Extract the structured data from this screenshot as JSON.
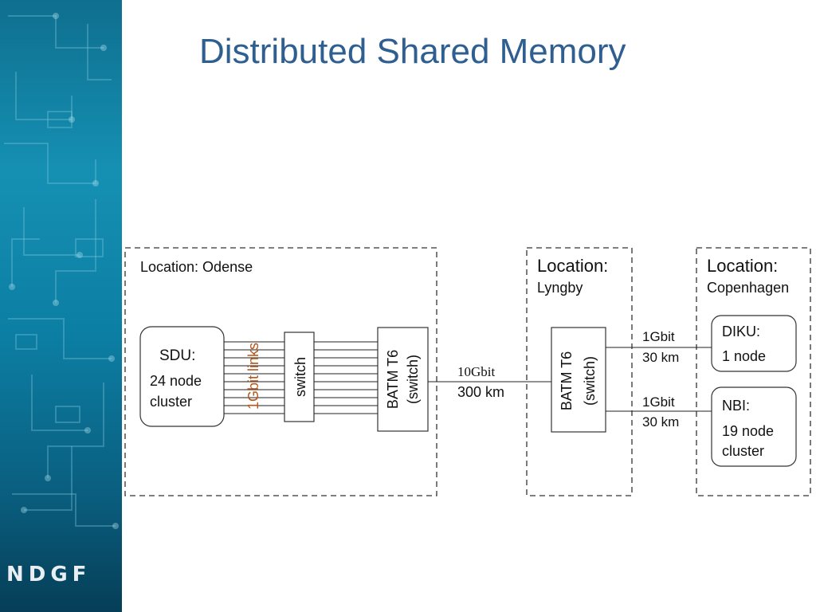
{
  "slide": {
    "title": "Distributed Shared Memory",
    "logo": "NDGF",
    "accent_color": "#2f5f90",
    "sidebar_color": "#1590b3"
  },
  "diagram": {
    "odense": {
      "location_label": "Location: Odense",
      "sdu": [
        "SDU:",
        "24 node",
        "cluster"
      ],
      "links_label": "1Gbit links",
      "switch_label": "switch",
      "batm_line1": "BATM T6",
      "batm_line2": "(switch)"
    },
    "wan_link": {
      "speed": "10Gbit",
      "distance": "300 km"
    },
    "lyngby": {
      "location_label": "Location:",
      "location_name": "Lyngby",
      "batm_line1": "BATM T6",
      "batm_line2": "(switch)"
    },
    "diku_link": {
      "speed": "1Gbit",
      "distance": "30 km"
    },
    "nbi_link": {
      "speed": "1Gbit",
      "distance": "30 km"
    },
    "copenhagen": {
      "location_label": "Location:",
      "location_name": "Copenhagen",
      "diku": [
        "DIKU:",
        "1 node"
      ],
      "nbi": [
        "NBI:",
        "19 node",
        "cluster"
      ]
    }
  }
}
